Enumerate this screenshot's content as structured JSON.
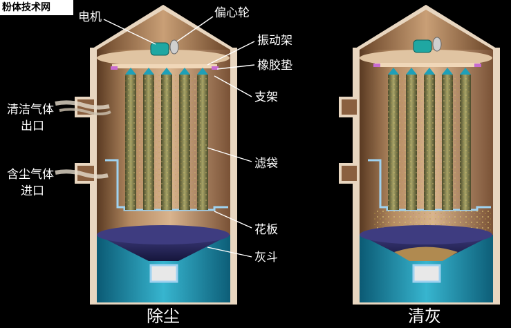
{
  "watermark": "粉体技术网",
  "left_unit": {
    "caption": "除尘",
    "labels": {
      "motor": "电机",
      "eccentric_wheel": "偏心轮",
      "vibration_frame": "振动架",
      "rubber_pad": "橡胶垫",
      "bracket": "支架",
      "clean_gas_outlet_line1": "清洁气体",
      "clean_gas_outlet_line2": "出口",
      "dusty_gas_inlet_line1": "含尘气体",
      "dusty_gas_inlet_line2": "进口",
      "filter_bag": "滤袋",
      "tube_sheet": "花板",
      "ash_hopper": "灰斗"
    }
  },
  "right_unit": {
    "caption": "清灰"
  },
  "colors": {
    "background": "#000000",
    "shell": "#c8a07a",
    "shell_dark": "#7a5236",
    "hopper": "#2aa6c4",
    "frame_blue": "#9fd2f0",
    "bag": "#8a8a55",
    "rubber_pad": "#c86bd0",
    "label": "#ffffff"
  }
}
